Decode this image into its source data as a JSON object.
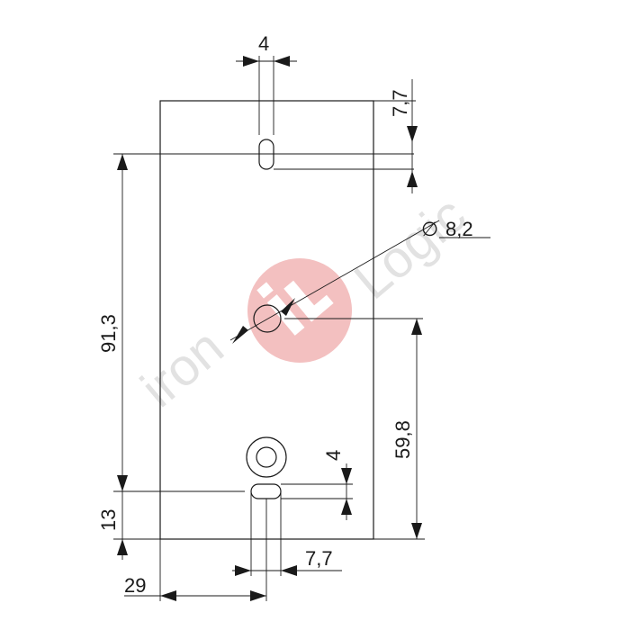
{
  "watermark": {
    "text_left": "iron",
    "text_right": "Logic",
    "logo_color": "#f3c0c0",
    "text_color": "#e2e2e2"
  },
  "dimensions": {
    "top_slot_width": "4",
    "top_offset": "7,7",
    "hole_diameter_symbol": "∅",
    "hole_diameter": "8,2",
    "vertical_slot_span": "91,3",
    "hole_to_bottom": "59,8",
    "bottom_slot_height": "4",
    "bottom_offset": "13",
    "bottom_slot_spacing": "7,7",
    "left_offset": "29"
  },
  "colors": {
    "line": "#1a1a1a",
    "background": "#ffffff"
  }
}
